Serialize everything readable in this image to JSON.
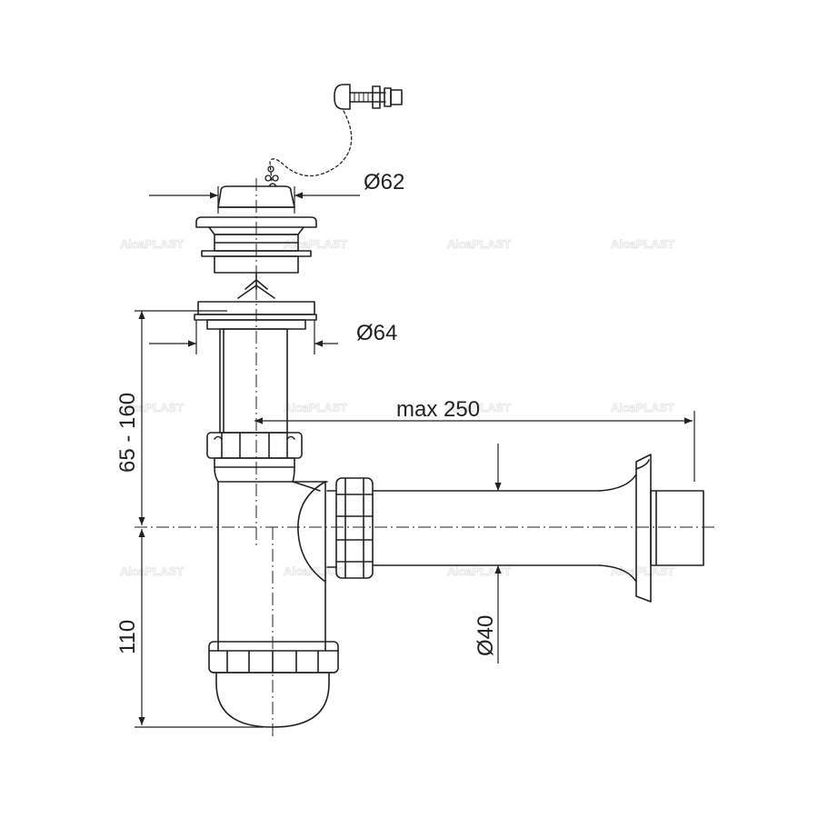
{
  "watermark": "AlcaPLAST",
  "dimensions": {
    "stopper_diameter": "Ø62",
    "flange_diameter": "Ø64",
    "max_length": "max 250",
    "height_range": "65 - 160",
    "trap_depth": "110",
    "pipe_diameter": "Ø40"
  },
  "colors": {
    "line": "#222222",
    "watermark": "#e2e2e2"
  }
}
